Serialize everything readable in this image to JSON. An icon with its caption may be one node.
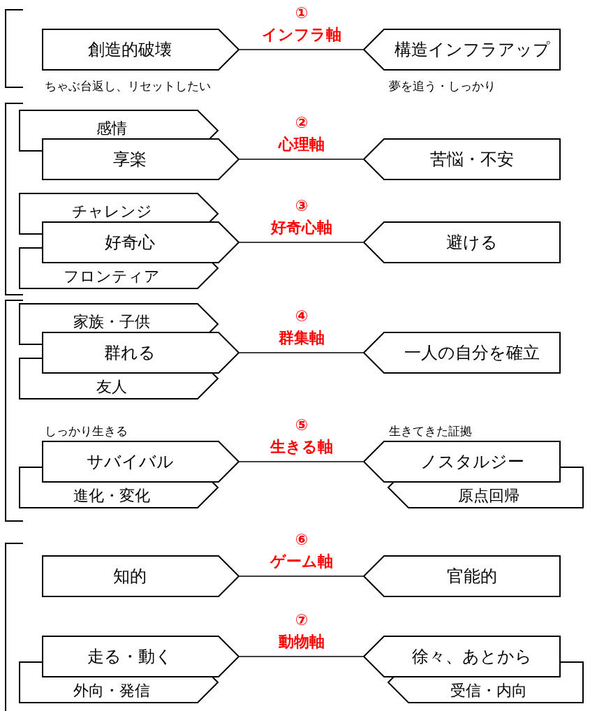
{
  "diagram": {
    "nodes": [
      {
        "text": [
          "創造的破壊"
        ],
        "beside": [
          "ちゃぶ台返し、リセットしたい"
        ]
      },
      {
        "text": [
          "構造インフラアップ"
        ],
        "beside": [
          "夢を追う・しっかり"
        ]
      },
      {
        "text": [
          "感情"
        ]
      },
      {
        "text": [
          "享楽"
        ]
      },
      {
        "text": [
          "苦悩・不安"
        ]
      },
      {
        "text": [
          "チャレンジ"
        ]
      },
      {
        "text": [
          "好奇心"
        ]
      },
      {
        "text": [
          "避ける"
        ]
      },
      {
        "text": [
          "フロンティア"
        ]
      },
      {
        "text": [
          "家族・子供"
        ]
      },
      {
        "text": [
          "群れる"
        ]
      },
      {
        "text": [
          "一人の自分を確立"
        ]
      },
      {
        "text": [
          "友人"
        ]
      },
      {
        "text": [
          "サバイバル"
        ],
        "beside": [
          "しっかり生きる"
        ]
      },
      {
        "text": [
          "ノスタルジー"
        ],
        "beside": [
          "生きてきた証拠"
        ]
      },
      {
        "text": [
          "進化・変化"
        ]
      },
      {
        "text": [
          "原点回帰"
        ]
      },
      {
        "text": [
          "知的"
        ]
      },
      {
        "text": [
          "官能的"
        ]
      },
      {
        "text": [
          "走る・動く"
        ]
      },
      {
        "text": [
          "徐々、あとから"
        ]
      },
      {
        "text": [
          "外向・発信"
        ]
      },
      {
        "text": [
          "受信・内向"
        ]
      }
    ],
    "edges": [
      {
        "from": 0,
        "to": 1,
        "arrow": "none"
      },
      {
        "from": 3,
        "to": 4,
        "arrow": "none"
      },
      {
        "from": 6,
        "to": 7,
        "arrow": "none"
      },
      {
        "from": 10,
        "to": 11,
        "arrow": "none"
      },
      {
        "from": 13,
        "to": 14,
        "arrow": "none"
      },
      {
        "from": 17,
        "to": 18,
        "arrow": "none"
      },
      {
        "from": 19,
        "to": 20,
        "arrow": "none"
      }
    ],
    "labels": [
      "①",
      "インフラ軸",
      "②",
      "心理軸",
      "③",
      "好奇心軸",
      "④",
      "群集軸",
      "⑤",
      "生きる軸",
      "⑥",
      "ゲーム軸",
      "⑦",
      "動物軸"
    ]
  }
}
